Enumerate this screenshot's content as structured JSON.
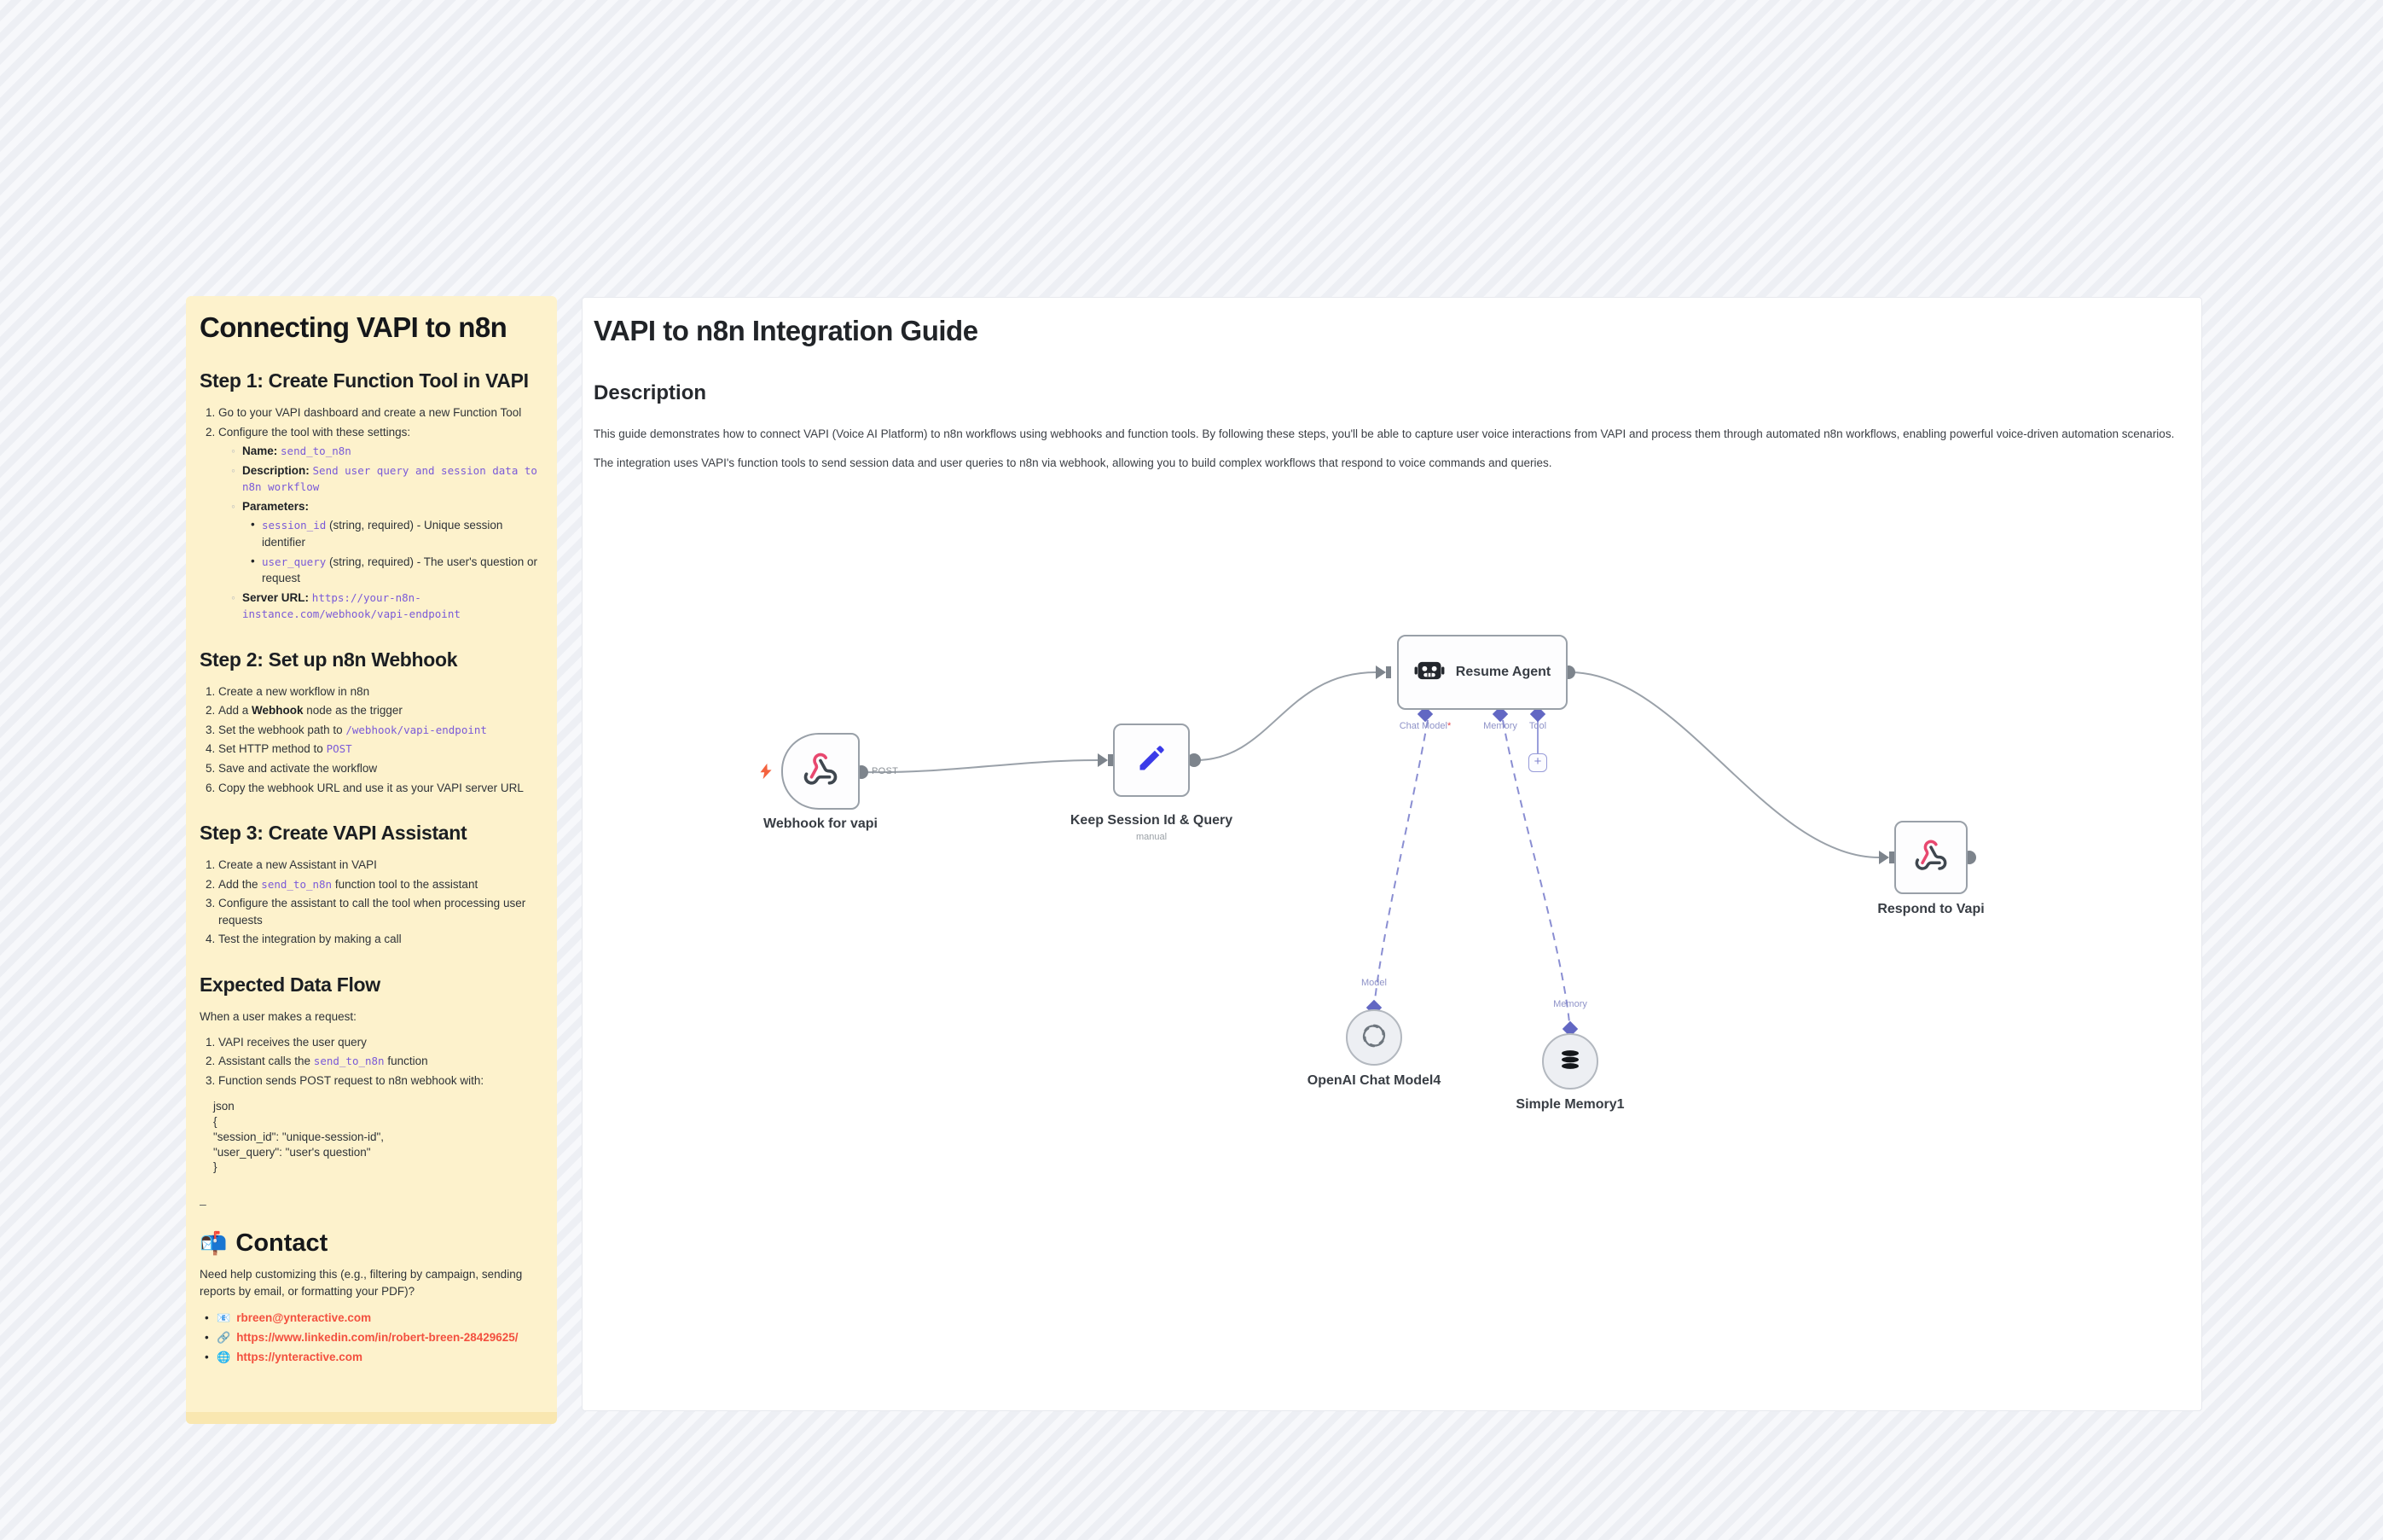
{
  "colors": {
    "sidebar_bg": "#fdf2cc",
    "inline_code": "#7a5ad8",
    "contact_link": "#f3503f",
    "webhook_pink": "#e8486f",
    "pencil_blue": "#3b3be8",
    "diamond_purple": "#6267c3",
    "zap_orange": "#f4623e"
  },
  "sidebar": {
    "title": "Connecting VAPI to n8n",
    "step1": {
      "heading": "Step 1: Create Function Tool in VAPI",
      "i1": "Go to your VAPI dashboard and create a new Function Tool",
      "i2": "Configure the tool with these settings:",
      "name_label": "Name:",
      "name_value": "send_to_n8n",
      "desc_label": "Description:",
      "desc_value": "Send user query and session data to n8n workflow",
      "params_label": "Parameters:",
      "p1_code": "session_id",
      "p1_rest": " (string, required) - Unique session identifier",
      "p2_code": "user_query",
      "p2_rest": " (string, required) - The user's question or request",
      "server_label": "Server URL:",
      "server_value": "https://your-n8n-instance.com/webhook/vapi-endpoint"
    },
    "step2": {
      "heading": "Step 2: Set up n8n Webhook",
      "i1": "Create a new workflow in n8n",
      "i2_pre": "Add a ",
      "i2_bold": "Webhook",
      "i2_post": " node as the trigger",
      "i3_pre": "Set the webhook path to ",
      "i3_code": "/webhook/vapi-endpoint",
      "i4_pre": "Set HTTP method to ",
      "i4_code": "POST",
      "i5": "Save and activate the workflow",
      "i6": "Copy the webhook URL and use it as your VAPI server URL"
    },
    "step3": {
      "heading": "Step 3: Create VAPI Assistant",
      "i1": "Create a new Assistant in VAPI",
      "i2_pre": "Add the ",
      "i2_code": "send_to_n8n",
      "i2_post": " function tool to the assistant",
      "i3": "Configure the assistant to call the tool when processing user requests",
      "i4": "Test the integration by making a call"
    },
    "expected": {
      "heading": "Expected Data Flow",
      "intro": "When a user makes a request:",
      "i1": "VAPI receives the user query",
      "i2_pre": "Assistant calls the ",
      "i2_code": "send_to_n8n",
      "i2_post": " function",
      "i3": "Function sends POST request to n8n webhook with:",
      "code_lines": [
        "json",
        "{",
        "\"session_id\": \"unique-session-id\",",
        "\"user_query\": \"user's question\"",
        "}"
      ],
      "divider": "–"
    },
    "contact": {
      "icon": "📬",
      "heading": "Contact",
      "intro": "Need help customizing this (e.g., filtering by campaign, sending reports by email, or formatting your PDF)?",
      "links": [
        {
          "icon": "📧",
          "text": "rbreen@ynteractive.com"
        },
        {
          "icon": "🔗",
          "text": "https://www.linkedin.com/in/robert-breen-28429625/"
        },
        {
          "icon": "🌐",
          "text": "https://ynteractive.com"
        }
      ]
    }
  },
  "main": {
    "title": "VAPI to n8n Integration Guide",
    "description_heading": "Description",
    "para1": "This guide demonstrates how to connect VAPI (Voice AI Platform) to n8n workflows using webhooks and function tools. By following these steps, you'll be able to capture user voice interactions from VAPI and process them through automated n8n workflows, enabling powerful voice-driven automation scenarios.",
    "para2": "The integration uses VAPI's function tools to send session data and user queries to n8n via webhook, allowing you to build complex workflows that respond to voice commands and queries."
  },
  "diagram": {
    "webhook": {
      "label": "Webhook for vapi",
      "method": "POST"
    },
    "keep": {
      "label": "Keep Session Id & Query",
      "sublabel": "manual"
    },
    "agent": {
      "label": "Resume Agent",
      "inputs": {
        "chat_model": "Chat Model",
        "required_mark": "*",
        "memory": "Memory",
        "tool": "Tool"
      },
      "add_button": "+"
    },
    "model_node": {
      "label": "OpenAI Chat Model4",
      "port_label": "Model"
    },
    "memory_node": {
      "label": "Simple Memory1",
      "port_label": "Memory"
    },
    "respond": {
      "label": "Respond to Vapi"
    }
  }
}
